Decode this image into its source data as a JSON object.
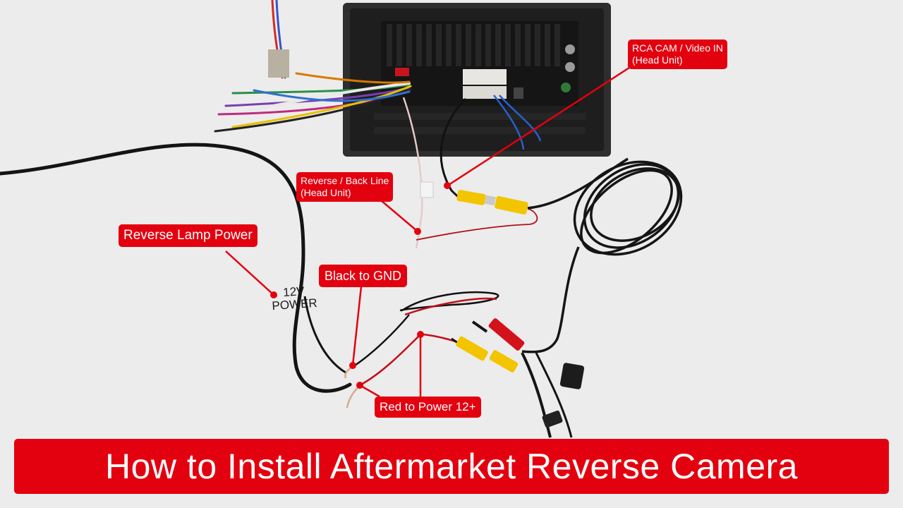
{
  "callouts": {
    "rca": {
      "line1": "RCA CAM / Video IN",
      "line2": "(Head Unit)"
    },
    "reverse_line": {
      "line1": "Reverse / Back Line",
      "line2": "(Head Unit)"
    },
    "reverse_lamp": "Reverse Lamp Power",
    "black_gnd": "Black to GND",
    "red_power": "Red to Power 12+"
  },
  "power_label": {
    "line1": "12V",
    "line2": "POWER"
  },
  "banner_title": "How to Install Aftermarket Reverse Camera",
  "colors": {
    "accent_red": "#e3000f",
    "rca_yellow": "#f2c500",
    "background": "#ececec",
    "head_unit": "#2b2b2b"
  }
}
